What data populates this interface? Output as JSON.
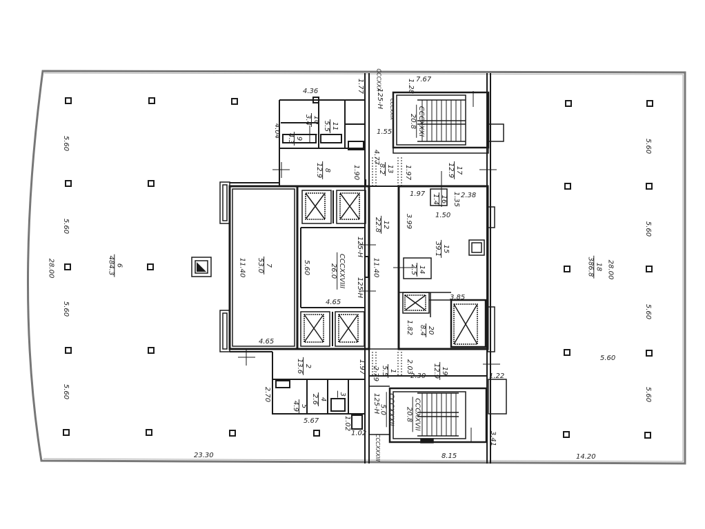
{
  "drawing": {
    "type": "architectural floor plan",
    "line_color": "#1a1a1a",
    "outer_wall_color": "#7a7a7a",
    "background": "#ffffff"
  },
  "dimensions": {
    "top_left_4_36": "4.36",
    "top_1_77": "1.77",
    "top_1_28": "1.28",
    "top_7_67": "7.67",
    "left_4_04": "4.04",
    "stair_1_55": "1.55",
    "corr_4_77": "4.77",
    "corr_1_90": "1.90",
    "corr_1_97_top": "1.97",
    "hall_11_40_left": "11.40",
    "hall_5_60": "5.60",
    "hall_4_65_mid": "4.65",
    "hall_4_65_bottom": "4.65",
    "corr_11_40_right": "11.40",
    "r15_1_97": "1.97",
    "r15_1_35": "1.35",
    "r15_2_38": "2.38",
    "r15_1_50": "1.50",
    "r15_3_99": "3.99",
    "r20_3_85": "3.85",
    "r20_1_82": "1.82",
    "bot_1_97": "1.97",
    "bot_2_79": "2.79",
    "bot_2_03": "2.03",
    "bot_2_30": "2.30",
    "bot_1_22": "1.22",
    "bot_2_70": "2.70",
    "bot_5_67": "5.67",
    "bot_1_02_a": "1.02",
    "bot_1_02_b": "1.02",
    "bot_3_41": "3.41",
    "bot_8_15": "8.15",
    "bot_23_30": "23.30",
    "bot_14_20": "14.20",
    "left_grid_5_60_a": "5.60",
    "left_grid_5_60_b": "5.60",
    "left_grid_5_60_c": "5.60",
    "left_grid_5_60_d": "5.60",
    "left_28_00": "28.00",
    "right_grid_5_60_a": "5.60",
    "right_grid_5_60_b": "5.60",
    "right_grid_5_60_c": "5.60",
    "right_grid_5_60_d": "5.60",
    "right_28_00": "28.00",
    "right_5_60_horizontal": "5.60"
  },
  "rooms": [
    {
      "id": "r6",
      "num": "6",
      "area": "484.3"
    },
    {
      "id": "r18",
      "num": "18",
      "area": "386.8"
    },
    {
      "id": "r7",
      "num": "7",
      "area": "53.0"
    },
    {
      "id": "rLobby",
      "num": "CCCXXVIII",
      "area": "26.0"
    },
    {
      "id": "r12",
      "num": "12",
      "area": "22.8"
    },
    {
      "id": "r15",
      "num": "15",
      "area": "39.1"
    },
    {
      "id": "r16",
      "num": "16",
      "area": "1.4"
    },
    {
      "id": "r14",
      "num": "14",
      "area": "2.5"
    },
    {
      "id": "r20",
      "num": "20",
      "area": "8.4"
    },
    {
      "id": "r8",
      "num": "8",
      "area": "12.9"
    },
    {
      "id": "r13",
      "num": "13",
      "area": "8.2"
    },
    {
      "id": "r17",
      "num": "17",
      "area": "12.9"
    },
    {
      "id": "r10",
      "num": "10",
      "area": "3.4"
    },
    {
      "id": "r11",
      "num": "11",
      "area": "5.5"
    },
    {
      "id": "r9",
      "num": "9",
      "area": "4.3"
    },
    {
      "id": "rStairTop",
      "num": "CCCXXXI",
      "area": "20.8"
    },
    {
      "id": "r2",
      "num": "2",
      "area": "13.6"
    },
    {
      "id": "r1",
      "num": "1",
      "area": "5.5"
    },
    {
      "id": "r19",
      "num": "19",
      "area": "12.9"
    },
    {
      "id": "r4",
      "num": "4",
      "area": "2.6"
    },
    {
      "id": "r5",
      "num": "5",
      "area": "4.9"
    },
    {
      "id": "r3",
      "num": "3",
      "area": ""
    },
    {
      "id": "rStairBot",
      "num": "CCCXXVII",
      "area": "20.8"
    },
    {
      "id": "rBotSmall",
      "num": "CCCXXXII",
      "area": "5.0"
    }
  ],
  "tags": {
    "door_125h_top": "125-H",
    "door_125h_a": "125-H",
    "door_125h_b": "125-H",
    "door_125h_bot": "125-H",
    "shaft_top_a": "CCCXXX",
    "shaft_top_b": "CCCXXIX",
    "shaft_bot": "CCCXXXIII"
  }
}
